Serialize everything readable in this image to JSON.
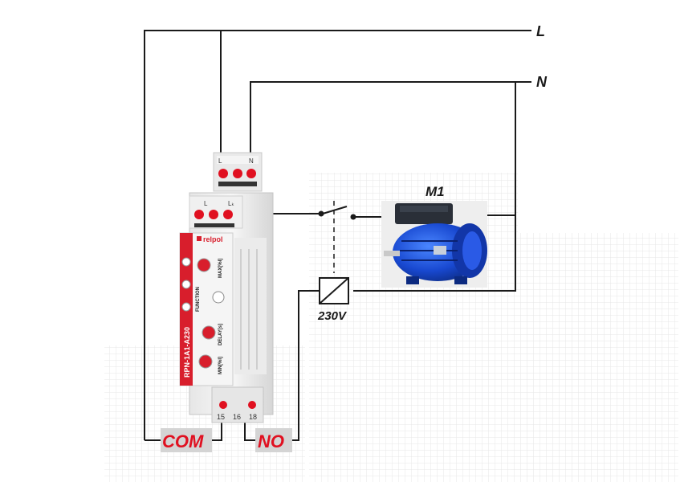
{
  "lines": {
    "l_label": "L",
    "n_label": "N"
  },
  "motor": {
    "label": "M1"
  },
  "coil": {
    "voltage_label": "230V"
  },
  "relay": {
    "brand": "relpol",
    "model": "RPN-1A1-A230",
    "top_terminals": [
      "L",
      "N"
    ],
    "mid_terminals": [
      "L",
      "Lₖ"
    ],
    "bottom_terminals": [
      "15",
      "16",
      "18"
    ],
    "knob_labels": [
      "MAX[%I]",
      "FUNCTION",
      "DELAY[s]",
      "MIN[%I]"
    ],
    "indicator_icons": [
      "power-indicator-icon",
      "current-indicator-icon",
      "relay-indicator-icon"
    ]
  },
  "contacts": {
    "com_label": "COM",
    "no_label": "NO"
  },
  "colors": {
    "wire": "#1a1a1a",
    "label_red": "#e01020",
    "relay_red": "#d81e2c",
    "motor_blue": "#1540c8"
  }
}
